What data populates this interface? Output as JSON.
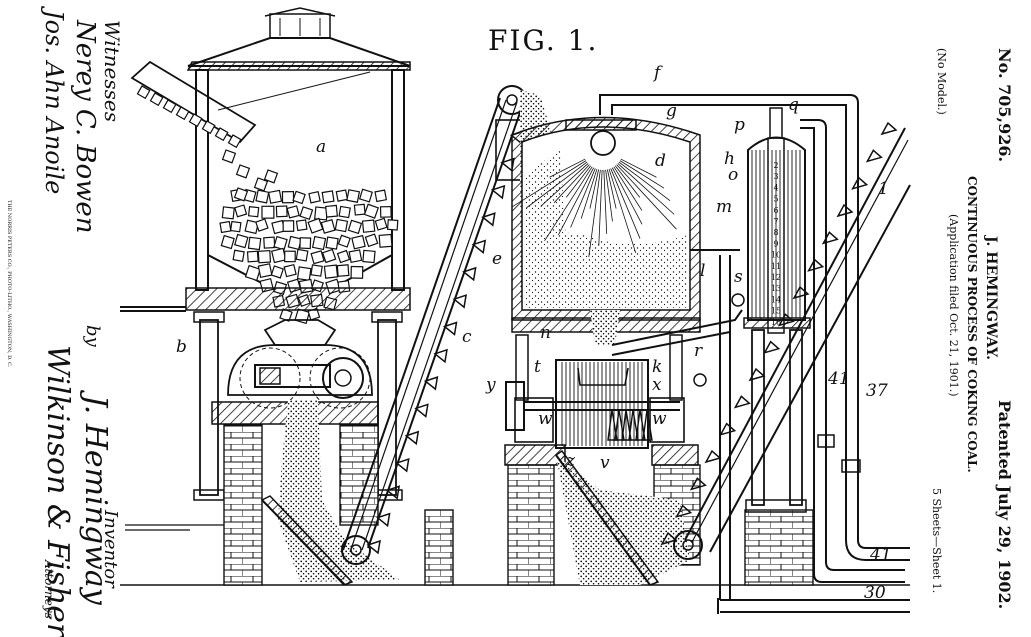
{
  "patent": {
    "number": "No. 705,926.",
    "patented": "Patented July 29, 1902.",
    "inventor_name": "J. HEMINGWAY.",
    "title": "CONTINUOUS PROCESS OF COKING COAL.",
    "application": "(Application filed Oct. 21, 1901.)",
    "model": "(No Model.)",
    "sheets": "5 Sheets—Sheet 1."
  },
  "figure": {
    "label": "FIG. 1.",
    "refs": {
      "a": "a",
      "b": "b",
      "c": "c",
      "d": "d",
      "e": "e",
      "f": "f",
      "g": "g",
      "h": "h",
      "k": "k",
      "l": "l",
      "m": "m",
      "n": "n",
      "o": "o",
      "p": "p",
      "q": "q",
      "r": "r",
      "s": "s",
      "t": "t",
      "v": "v",
      "w1": "w",
      "w2": "w",
      "x": "x",
      "y": "y",
      "z": "z",
      "n1": "1",
      "n30": "30",
      "n37": "37",
      "n41a": "41",
      "n41b": "41"
    },
    "gauge_numbers": [
      "2",
      "3",
      "4",
      "5",
      "6",
      "7",
      "8",
      "9",
      "10",
      "11",
      "12",
      "13",
      "14",
      "15",
      "16"
    ]
  },
  "signatures": {
    "witnesses_label": "Witnesses",
    "witness_1": "Nerey C. Bowen",
    "witness_2": "Jos. Ahn Anoile",
    "inventor_label": "Inventor",
    "inventor_sig": "J. Hemingway",
    "by": "by",
    "attorneys_sig": "Wilkinson & Fisher",
    "attorneys_label": "Attorneys",
    "printer_line": "THE NORRIS PETERS CO., PHOTO-LITHO., WASHINGTON, D. C."
  }
}
